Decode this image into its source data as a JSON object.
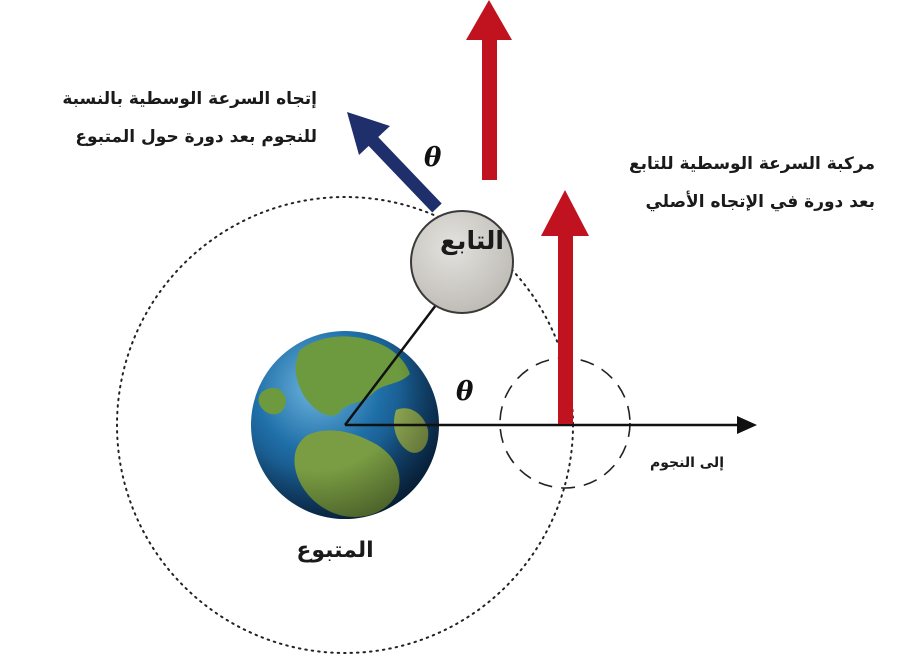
{
  "labels": {
    "relative_direction_line1": "إتجاه السرعة الوسطية بالنسبة",
    "relative_direction_line2": "للنجوم بعد دورة حول المتبوع",
    "component_line1": "مركبة السرعة الوسطية للتابع",
    "component_line2": "بعد دورة في الإتجاه الأصلي",
    "to_stars": "إلى النجوم",
    "satellite": "التابع",
    "primary": "المتبوع",
    "angle_symbol": "θ"
  },
  "colors": {
    "red_arrow": "#c1121f",
    "blue_arrow": "#1f2f6b",
    "satellite_fill": "#d3d0cb",
    "line": "#111111"
  },
  "icons": {
    "primary_body": "earth-globe-icon"
  }
}
